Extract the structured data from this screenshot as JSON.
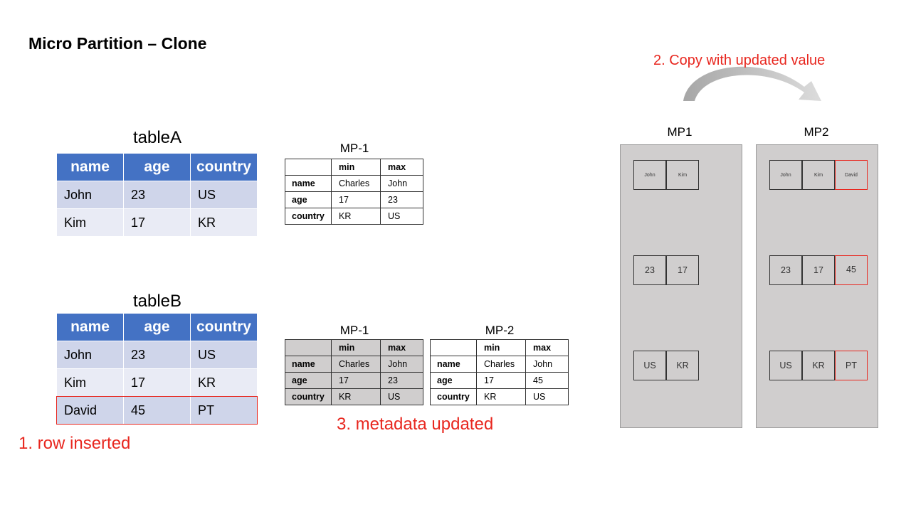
{
  "title": "Micro Partition – Clone",
  "annotations": {
    "row_inserted": "1. row inserted",
    "copy_updated": "2. Copy with updated value",
    "metadata_updated": "3. metadata updated"
  },
  "colors": {
    "header_blue": "#4472c4",
    "row_light": "#cfd5ea",
    "row_lighter": "#e9ebf5",
    "highlight_red": "#e8271f",
    "partition_gray": "#d0cece"
  },
  "tableA": {
    "caption": "tableA",
    "headers": [
      "name",
      "age",
      "country"
    ],
    "rows": [
      [
        "John",
        "23",
        "US"
      ],
      [
        "Kim",
        "17",
        "KR"
      ]
    ]
  },
  "tableB": {
    "caption": "tableB",
    "headers": [
      "name",
      "age",
      "country"
    ],
    "rows": [
      [
        "John",
        "23",
        "US"
      ],
      [
        "Kim",
        "17",
        "KR"
      ],
      [
        "David",
        "45",
        "PT"
      ]
    ]
  },
  "metaA": {
    "caption": "MP-1",
    "headers": [
      "",
      "min",
      "max"
    ],
    "rows": [
      [
        "name",
        "Charles",
        "John"
      ],
      [
        "age",
        "17",
        "23"
      ],
      [
        "country",
        "KR",
        "US"
      ]
    ]
  },
  "metaB1": {
    "caption": "MP-1",
    "headers": [
      "",
      "min",
      "max"
    ],
    "rows": [
      [
        "name",
        "Charles",
        "John"
      ],
      [
        "age",
        "17",
        "23"
      ],
      [
        "country",
        "KR",
        "US"
      ]
    ]
  },
  "metaB2": {
    "caption": "MP-2",
    "headers": [
      "",
      "min",
      "max"
    ],
    "rows": [
      [
        "name",
        "Charles",
        "John"
      ],
      [
        "age",
        "17",
        "45"
      ],
      [
        "country",
        "KR",
        "US"
      ]
    ]
  },
  "mp1": {
    "caption": "MP1",
    "names": [
      "John",
      "Kim"
    ],
    "ages": [
      "23",
      "17"
    ],
    "countries": [
      "US",
      "KR"
    ]
  },
  "mp2": {
    "caption": "MP2",
    "names": [
      "John",
      "Kim",
      "David"
    ],
    "ages": [
      "23",
      "17",
      "45"
    ],
    "countries": [
      "US",
      "KR",
      "PT"
    ]
  }
}
